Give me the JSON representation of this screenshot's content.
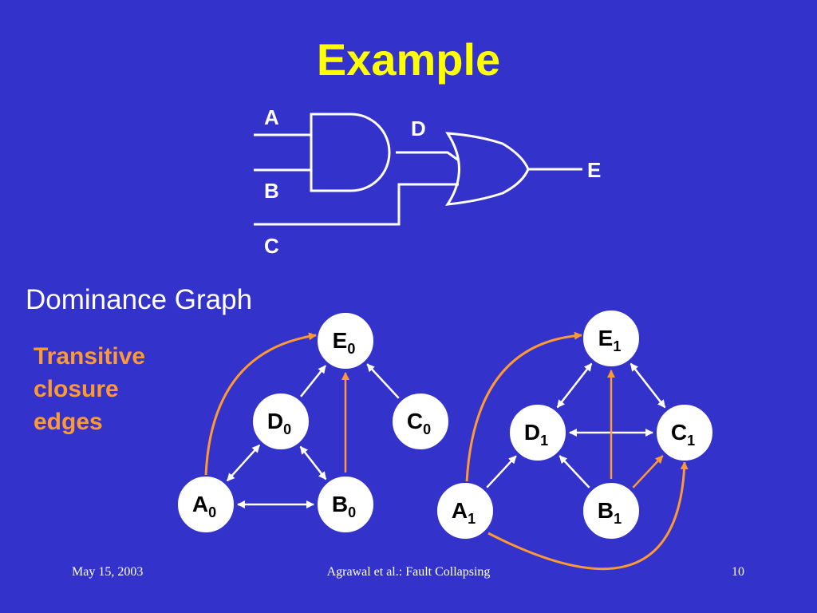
{
  "slide": {
    "title": "Example",
    "section_label": "Dominance Graph",
    "legend_lines": [
      "Transitive",
      "closure",
      "edges"
    ],
    "footer": {
      "date": "May 15, 2003",
      "center": "Agrawal et al.: Fault Collapsing",
      "page": "10"
    }
  },
  "circuit": {
    "labels": {
      "A": "A",
      "B": "B",
      "C": "C",
      "D": "D",
      "E": "E"
    },
    "gates": [
      "and-gate",
      "or-gate"
    ]
  },
  "graphs": [
    {
      "nodes": [
        {
          "id": "E0",
          "letter": "E",
          "sub": "0"
        },
        {
          "id": "D0",
          "letter": "D",
          "sub": "0"
        },
        {
          "id": "C0",
          "letter": "C",
          "sub": "0"
        },
        {
          "id": "A0",
          "letter": "A",
          "sub": "0"
        },
        {
          "id": "B0",
          "letter": "B",
          "sub": "0"
        }
      ],
      "edges": [
        {
          "from": "D0",
          "to": "E0",
          "kind": "dominance"
        },
        {
          "from": "C0",
          "to": "E0",
          "kind": "dominance"
        },
        {
          "from": "A0",
          "to": "D0",
          "kind": "dominance-bidirectional"
        },
        {
          "from": "B0",
          "to": "D0",
          "kind": "dominance-bidirectional"
        },
        {
          "from": "A0",
          "to": "B0",
          "kind": "dominance-bidirectional"
        },
        {
          "from": "B0",
          "to": "E0",
          "kind": "transitive"
        },
        {
          "from": "A0",
          "to": "E0",
          "kind": "transitive"
        }
      ]
    },
    {
      "nodes": [
        {
          "id": "E1",
          "letter": "E",
          "sub": "1"
        },
        {
          "id": "D1",
          "letter": "D",
          "sub": "1"
        },
        {
          "id": "C1",
          "letter": "C",
          "sub": "1"
        },
        {
          "id": "A1",
          "letter": "A",
          "sub": "1"
        },
        {
          "id": "B1",
          "letter": "B",
          "sub": "1"
        }
      ],
      "edges": [
        {
          "from": "E1",
          "to": "D1",
          "kind": "dominance-bidirectional"
        },
        {
          "from": "E1",
          "to": "C1",
          "kind": "dominance-bidirectional"
        },
        {
          "from": "D1",
          "to": "C1",
          "kind": "dominance-bidirectional"
        },
        {
          "from": "A1",
          "to": "D1",
          "kind": "dominance"
        },
        {
          "from": "B1",
          "to": "D1",
          "kind": "dominance"
        },
        {
          "from": "B1",
          "to": "E1",
          "kind": "transitive"
        },
        {
          "from": "B1",
          "to": "C1",
          "kind": "transitive"
        },
        {
          "from": "A1",
          "to": "E1",
          "kind": "transitive"
        },
        {
          "from": "A1",
          "to": "C1",
          "kind": "transitive"
        }
      ]
    }
  ],
  "colors": {
    "background": "#3333cc",
    "title": "#ffff00",
    "transitive_edge": "#ff9933",
    "dominance_edge": "#ffffff",
    "node_fill": "#ffffff"
  }
}
